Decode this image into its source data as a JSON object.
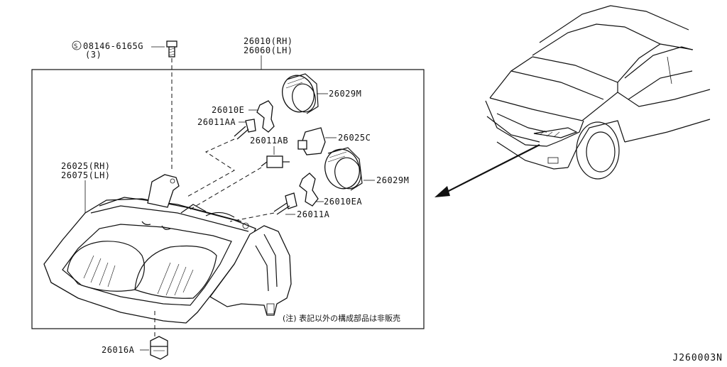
{
  "diagram": {
    "callouts": {
      "bolt_part": "08146-6165G",
      "bolt_qty": "(3)",
      "assembly_rh": "26010(RH)",
      "assembly_lh": "26060(LH)",
      "housing_rh": "26025(RH)",
      "housing_lh": "26075(LH)",
      "bracket_e": "26010E",
      "bulb_aa": "26011AA",
      "bulb_ab": "26011AB",
      "ring_top": "26029M",
      "socket_c": "26025C",
      "ring_bottom": "26029M",
      "bracket_ea": "26010EA",
      "bulb_a": "26011A",
      "clip": "26016A"
    },
    "note": "(注) 表記以外の構成部品は非販売",
    "drawing_code": "J260003N"
  }
}
